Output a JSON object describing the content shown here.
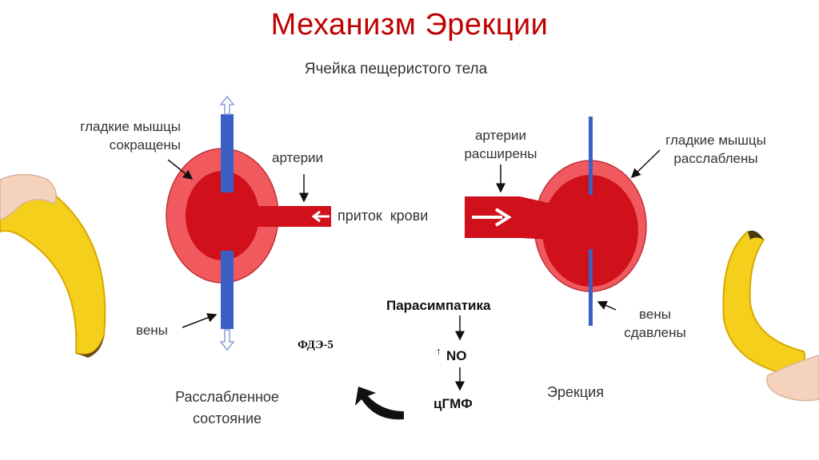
{
  "title": "Механизм Эрекции",
  "subtitle": "Ячейка пещеристого тела",
  "left": {
    "muscle_label_1": "гладкие мышцы",
    "muscle_label_2": "сокращены",
    "artery_label": "артерии",
    "vein_label": "вены",
    "state_label_1": "Расслабленное",
    "state_label_2": "состояние"
  },
  "center": {
    "flow_label": "приток  крови",
    "pathway": [
      "Парасимпатика",
      "NO",
      "цГМФ"
    ],
    "no_prefix": "↑",
    "pde5": "ФДЭ-5"
  },
  "right": {
    "artery_label_1": "артерии",
    "artery_label_2": "расширены",
    "muscle_label_1": "гладкие мышцы",
    "muscle_label_2": "расслаблены",
    "vein_label_1": "вены",
    "vein_label_2": "сдавлены",
    "state_label": "Эрекция"
  },
  "colors": {
    "title": "#c00000",
    "outer_cell": "#f05a5f",
    "inner_cell": "#d0101a",
    "vein": "#3b5fc4",
    "banana": "#f4cf1c"
  },
  "icons": [
    "open-arrow-up-icon",
    "open-arrow-down-icon",
    "curved-arrow-icon",
    "banana-illustration"
  ]
}
